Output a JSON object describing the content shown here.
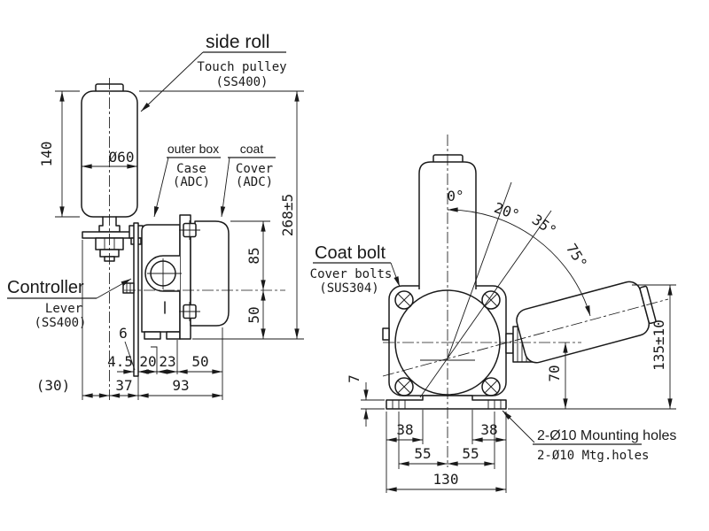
{
  "drawing": {
    "type": "technical-drawing-belt-sway-switch-touch-pulley",
    "views": {
      "left": "side view",
      "right": "front view with lever swing angles"
    },
    "labels": {
      "side_roll": "side roll",
      "touch_pulley": "Touch pulley",
      "touch_pulley_material": "(SS400)",
      "outer_box": "outer box",
      "case": "Case",
      "case_material": "(ADC)",
      "coat": "coat",
      "cover": "Cover",
      "cover_material": "(ADC)",
      "controller": "Controller",
      "lever": "Lever",
      "lever_material": "(SS400)",
      "coat_bolt": "Coat bolt",
      "cover_bolts": "Cover bolts",
      "cover_bolts_material": "(SUS304)",
      "mounting_holes": "2-Ø10 Mounting holes",
      "mounting_holes_abbr": "2-Ø10 Mtg.holes"
    },
    "dims_left": {
      "pulley_length": "140",
      "pulley_diameter": "Ø60",
      "overall_height": "268±5",
      "upper": "85",
      "lower": "50",
      "lever_offset": "6",
      "lever_thickness": "4.5",
      "d20": "20",
      "d23": "23",
      "d50": "50",
      "d30": "(30)",
      "d37": "37",
      "d93": "93"
    },
    "dims_front": {
      "a0": "0°",
      "a20": "20°",
      "a35": "35°",
      "a75": "75°",
      "roller_height": "135±10",
      "center_height": "70",
      "base_thickness": "7",
      "d38_left": "38",
      "d38_right": "38",
      "d55_left": "55",
      "d55_right": "55",
      "base_width": "130"
    },
    "colors": {
      "line": "#1a1a1a",
      "background": "#ffffff"
    }
  }
}
